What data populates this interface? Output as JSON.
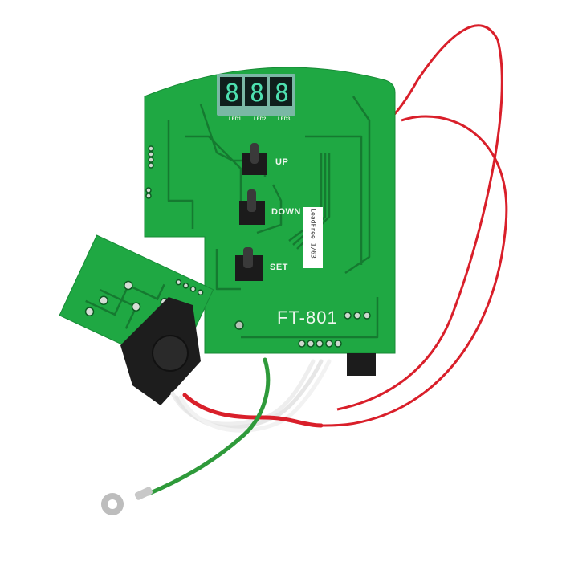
{
  "image": {
    "subject": "Control circuit board with wiring harness",
    "background_color": "#ffffff",
    "pcb_color": "#1fa843",
    "trace_color": "#157a30",
    "wire_colors": [
      "#d91f2a",
      "#f4f4f4",
      "#2e9a3a"
    ]
  },
  "board": {
    "model_label": "FT-801",
    "display": {
      "digits": [
        "8",
        "8",
        "8"
      ],
      "digit_labels": [
        "LED1",
        "LED2",
        "LED3"
      ],
      "segment_color": "#4ee0b0"
    },
    "buttons": [
      {
        "label": "UP"
      },
      {
        "label": "DOWN"
      },
      {
        "label": "SET"
      }
    ],
    "sticker": {
      "text": "LeadFree 1/63"
    }
  },
  "secondary_board": {
    "connector": "mini-DIN socket"
  },
  "harness": {
    "wires": [
      "red",
      "white",
      "green/yellow ground"
    ],
    "terminal": "ring terminal"
  }
}
